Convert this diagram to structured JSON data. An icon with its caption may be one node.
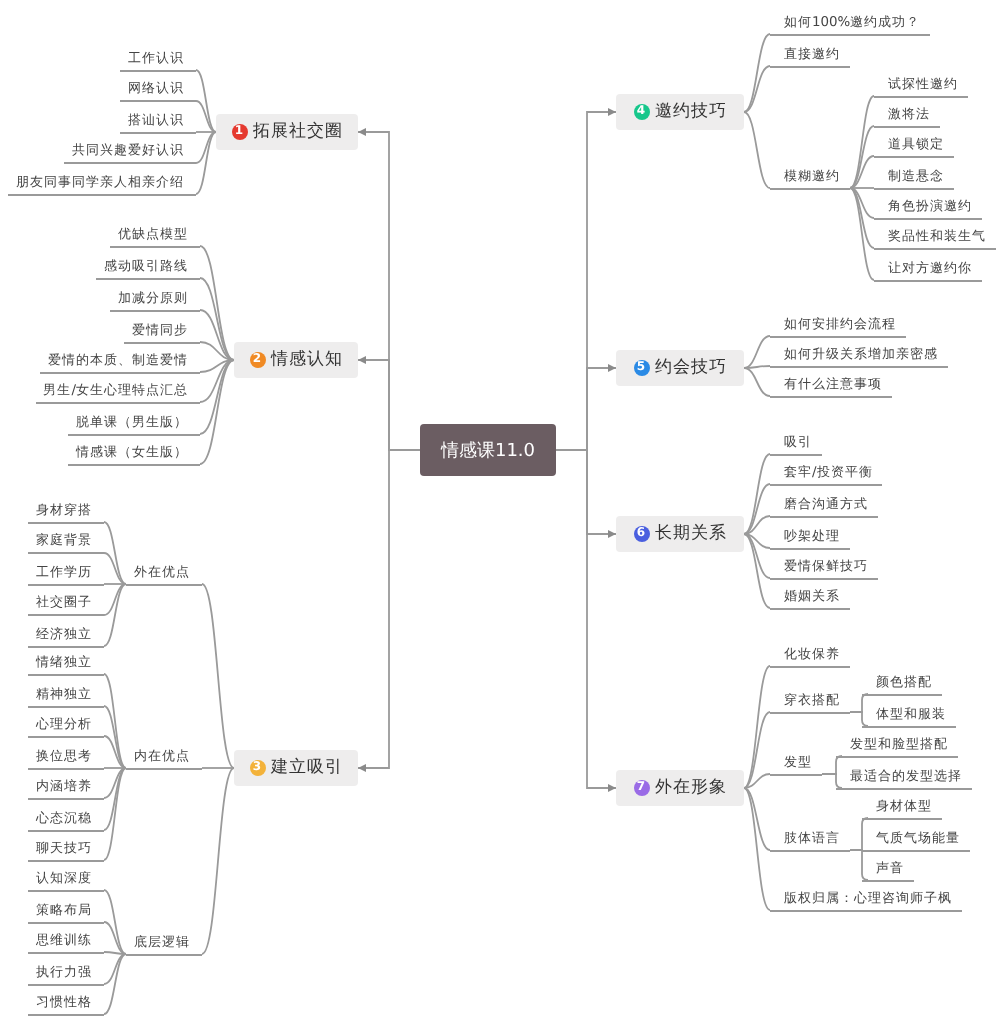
{
  "diagram": {
    "nodes": [
      {
        "text": [
          "情感课11.0"
        ]
      },
      {
        "text": [
          "1",
          "拓展社交圈"
        ]
      },
      {
        "text": [
          "工作认识"
        ]
      },
      {
        "text": [
          "网络认识"
        ]
      },
      {
        "text": [
          "搭讪认识"
        ]
      },
      {
        "text": [
          "共同兴趣爱好认识"
        ]
      },
      {
        "text": [
          "朋友同事同学亲人相亲介绍"
        ]
      },
      {
        "text": [
          "2",
          "情感认知"
        ]
      },
      {
        "text": [
          "优缺点模型"
        ]
      },
      {
        "text": [
          "感动吸引路线"
        ]
      },
      {
        "text": [
          "加减分原则"
        ]
      },
      {
        "text": [
          "爱情同步"
        ]
      },
      {
        "text": [
          "爱情的本质、制造爱情"
        ]
      },
      {
        "text": [
          "男生/女生心理特点汇总"
        ]
      },
      {
        "text": [
          "脱单课（男生版）"
        ]
      },
      {
        "text": [
          "情感课（女生版）"
        ]
      },
      {
        "text": [
          "3",
          "建立吸引"
        ]
      },
      {
        "text": [
          "外在优点"
        ]
      },
      {
        "text": [
          "身材穿搭"
        ]
      },
      {
        "text": [
          "家庭背景"
        ]
      },
      {
        "text": [
          "工作学历"
        ]
      },
      {
        "text": [
          "社交圈子"
        ]
      },
      {
        "text": [
          "经济独立"
        ]
      },
      {
        "text": [
          "内在优点"
        ]
      },
      {
        "text": [
          "情绪独立"
        ]
      },
      {
        "text": [
          "精神独立"
        ]
      },
      {
        "text": [
          "心理分析"
        ]
      },
      {
        "text": [
          "换位思考"
        ]
      },
      {
        "text": [
          "内涵培养"
        ]
      },
      {
        "text": [
          "心态沉稳"
        ]
      },
      {
        "text": [
          "聊天技巧"
        ]
      },
      {
        "text": [
          "底层逻辑"
        ]
      },
      {
        "text": [
          "认知深度"
        ]
      },
      {
        "text": [
          "策略布局"
        ]
      },
      {
        "text": [
          "思维训练"
        ]
      },
      {
        "text": [
          "执行力强"
        ]
      },
      {
        "text": [
          "习惯性格"
        ]
      },
      {
        "text": [
          "4",
          "邀约技巧"
        ]
      },
      {
        "text": [
          "如何100%邀约成功？"
        ]
      },
      {
        "text": [
          "直接邀约"
        ]
      },
      {
        "text": [
          "模糊邀约"
        ]
      },
      {
        "text": [
          "试探性邀约"
        ]
      },
      {
        "text": [
          "激将法"
        ]
      },
      {
        "text": [
          "道具锁定"
        ]
      },
      {
        "text": [
          "制造悬念"
        ]
      },
      {
        "text": [
          "角色扮演邀约"
        ]
      },
      {
        "text": [
          "奖品性和装生气"
        ]
      },
      {
        "text": [
          "让对方邀约你"
        ]
      },
      {
        "text": [
          "5",
          "约会技巧"
        ]
      },
      {
        "text": [
          "如何安排约会流程"
        ]
      },
      {
        "text": [
          "如何升级关系增加亲密感"
        ]
      },
      {
        "text": [
          "有什么注意事项"
        ]
      },
      {
        "text": [
          "6",
          "长期关系"
        ]
      },
      {
        "text": [
          "吸引"
        ]
      },
      {
        "text": [
          "套牢/投资平衡"
        ]
      },
      {
        "text": [
          "磨合沟通方式"
        ]
      },
      {
        "text": [
          "吵架处理"
        ]
      },
      {
        "text": [
          "爱情保鲜技巧"
        ]
      },
      {
        "text": [
          "婚姻关系"
        ]
      },
      {
        "text": [
          "7",
          "外在形象"
        ]
      },
      {
        "text": [
          "化妆保养"
        ]
      },
      {
        "text": [
          "穿衣搭配"
        ]
      },
      {
        "text": [
          "颜色搭配"
        ]
      },
      {
        "text": [
          "体型和服装"
        ]
      },
      {
        "text": [
          "发型"
        ]
      },
      {
        "text": [
          "发型和脸型搭配"
        ]
      },
      {
        "text": [
          "最适合的发型选择"
        ]
      },
      {
        "text": [
          "肢体语言"
        ]
      },
      {
        "text": [
          "身材体型"
        ]
      },
      {
        "text": [
          "气质气场能量"
        ]
      },
      {
        "text": [
          "声音"
        ]
      },
      {
        "text": [
          "版权归属：心理咨询师子枫"
        ]
      }
    ],
    "edges": [
      {
        "from": 0,
        "to": 1,
        "arrow": "to"
      },
      {
        "from": 0,
        "to": 7,
        "arrow": "to"
      },
      {
        "from": 0,
        "to": 16,
        "arrow": "to"
      },
      {
        "from": 0,
        "to": 37,
        "arrow": "to"
      },
      {
        "from": 0,
        "to": 48,
        "arrow": "to"
      },
      {
        "from": 0,
        "to": 52,
        "arrow": "to"
      },
      {
        "from": 0,
        "to": 59,
        "arrow": "to"
      },
      {
        "from": 1,
        "to": 2,
        "arrow": "none"
      },
      {
        "from": 1,
        "to": 3,
        "arrow": "none"
      },
      {
        "from": 1,
        "to": 4,
        "arrow": "none"
      },
      {
        "from": 1,
        "to": 5,
        "arrow": "none"
      },
      {
        "from": 1,
        "to": 6,
        "arrow": "none"
      },
      {
        "from": 7,
        "to": 8,
        "arrow": "none"
      },
      {
        "from": 7,
        "to": 9,
        "arrow": "none"
      },
      {
        "from": 7,
        "to": 10,
        "arrow": "none"
      },
      {
        "from": 7,
        "to": 11,
        "arrow": "none"
      },
      {
        "from": 7,
        "to": 12,
        "arrow": "none"
      },
      {
        "from": 7,
        "to": 13,
        "arrow": "none"
      },
      {
        "from": 7,
        "to": 14,
        "arrow": "none"
      },
      {
        "from": 7,
        "to": 15,
        "arrow": "none"
      },
      {
        "from": 16,
        "to": 17,
        "arrow": "none"
      },
      {
        "from": 16,
        "to": 23,
        "arrow": "none"
      },
      {
        "from": 16,
        "to": 31,
        "arrow": "none"
      },
      {
        "from": 17,
        "to": 18,
        "arrow": "none"
      },
      {
        "from": 17,
        "to": 19,
        "arrow": "none"
      },
      {
        "from": 17,
        "to": 20,
        "arrow": "none"
      },
      {
        "from": 17,
        "to": 21,
        "arrow": "none"
      },
      {
        "from": 17,
        "to": 22,
        "arrow": "none"
      },
      {
        "from": 23,
        "to": 24,
        "arrow": "none"
      },
      {
        "from": 23,
        "to": 25,
        "arrow": "none"
      },
      {
        "from": 23,
        "to": 26,
        "arrow": "none"
      },
      {
        "from": 23,
        "to": 27,
        "arrow": "none"
      },
      {
        "from": 23,
        "to": 28,
        "arrow": "none"
      },
      {
        "from": 23,
        "to": 29,
        "arrow": "none"
      },
      {
        "from": 23,
        "to": 30,
        "arrow": "none"
      },
      {
        "from": 31,
        "to": 32,
        "arrow": "none"
      },
      {
        "from": 31,
        "to": 33,
        "arrow": "none"
      },
      {
        "from": 31,
        "to": 34,
        "arrow": "none"
      },
      {
        "from": 31,
        "to": 35,
        "arrow": "none"
      },
      {
        "from": 31,
        "to": 36,
        "arrow": "none"
      },
      {
        "from": 37,
        "to": 38,
        "arrow": "none"
      },
      {
        "from": 37,
        "to": 39,
        "arrow": "none"
      },
      {
        "from": 37,
        "to": 40,
        "arrow": "none"
      },
      {
        "from": 40,
        "to": 41,
        "arrow": "none"
      },
      {
        "from": 40,
        "to": 42,
        "arrow": "none"
      },
      {
        "from": 40,
        "to": 43,
        "arrow": "none"
      },
      {
        "from": 40,
        "to": 44,
        "arrow": "none"
      },
      {
        "from": 40,
        "to": 45,
        "arrow": "none"
      },
      {
        "from": 40,
        "to": 46,
        "arrow": "none"
      },
      {
        "from": 40,
        "to": 47,
        "arrow": "none"
      },
      {
        "from": 48,
        "to": 49,
        "arrow": "none"
      },
      {
        "from": 48,
        "to": 50,
        "arrow": "none"
      },
      {
        "from": 48,
        "to": 51,
        "arrow": "none"
      },
      {
        "from": 52,
        "to": 53,
        "arrow": "none"
      },
      {
        "from": 52,
        "to": 54,
        "arrow": "none"
      },
      {
        "from": 52,
        "to": 55,
        "arrow": "none"
      },
      {
        "from": 52,
        "to": 56,
        "arrow": "none"
      },
      {
        "from": 52,
        "to": 57,
        "arrow": "none"
      },
      {
        "from": 52,
        "to": 58,
        "arrow": "none"
      },
      {
        "from": 59,
        "to": 60,
        "arrow": "none"
      },
      {
        "from": 59,
        "to": 61,
        "arrow": "none"
      },
      {
        "from": 59,
        "to": 64,
        "arrow": "none"
      },
      {
        "from": 59,
        "to": 67,
        "arrow": "none"
      },
      {
        "from": 59,
        "to": 71,
        "arrow": "none"
      },
      {
        "from": 61,
        "to": 62,
        "arrow": "none"
      },
      {
        "from": 61,
        "to": 63,
        "arrow": "none"
      },
      {
        "from": 64,
        "to": 65,
        "arrow": "none"
      },
      {
        "from": 64,
        "to": 66,
        "arrow": "none"
      },
      {
        "from": 67,
        "to": 68,
        "arrow": "none"
      },
      {
        "from": 67,
        "to": 69,
        "arrow": "none"
      },
      {
        "from": 67,
        "to": 70,
        "arrow": "none"
      }
    ]
  }
}
